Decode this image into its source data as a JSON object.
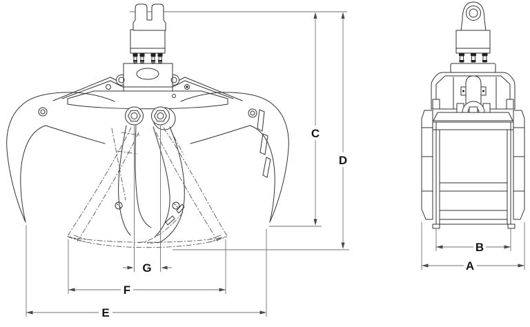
{
  "drawing": {
    "labels": {
      "a": "A",
      "b": "B",
      "c": "C",
      "d": "D",
      "e": "E",
      "f": "F",
      "g": "G"
    },
    "colors": {
      "background": "#ffffff",
      "drawing_line": "#2f2f2f",
      "dimension_line": "#6f6f6f",
      "label_text": "#141414"
    }
  }
}
